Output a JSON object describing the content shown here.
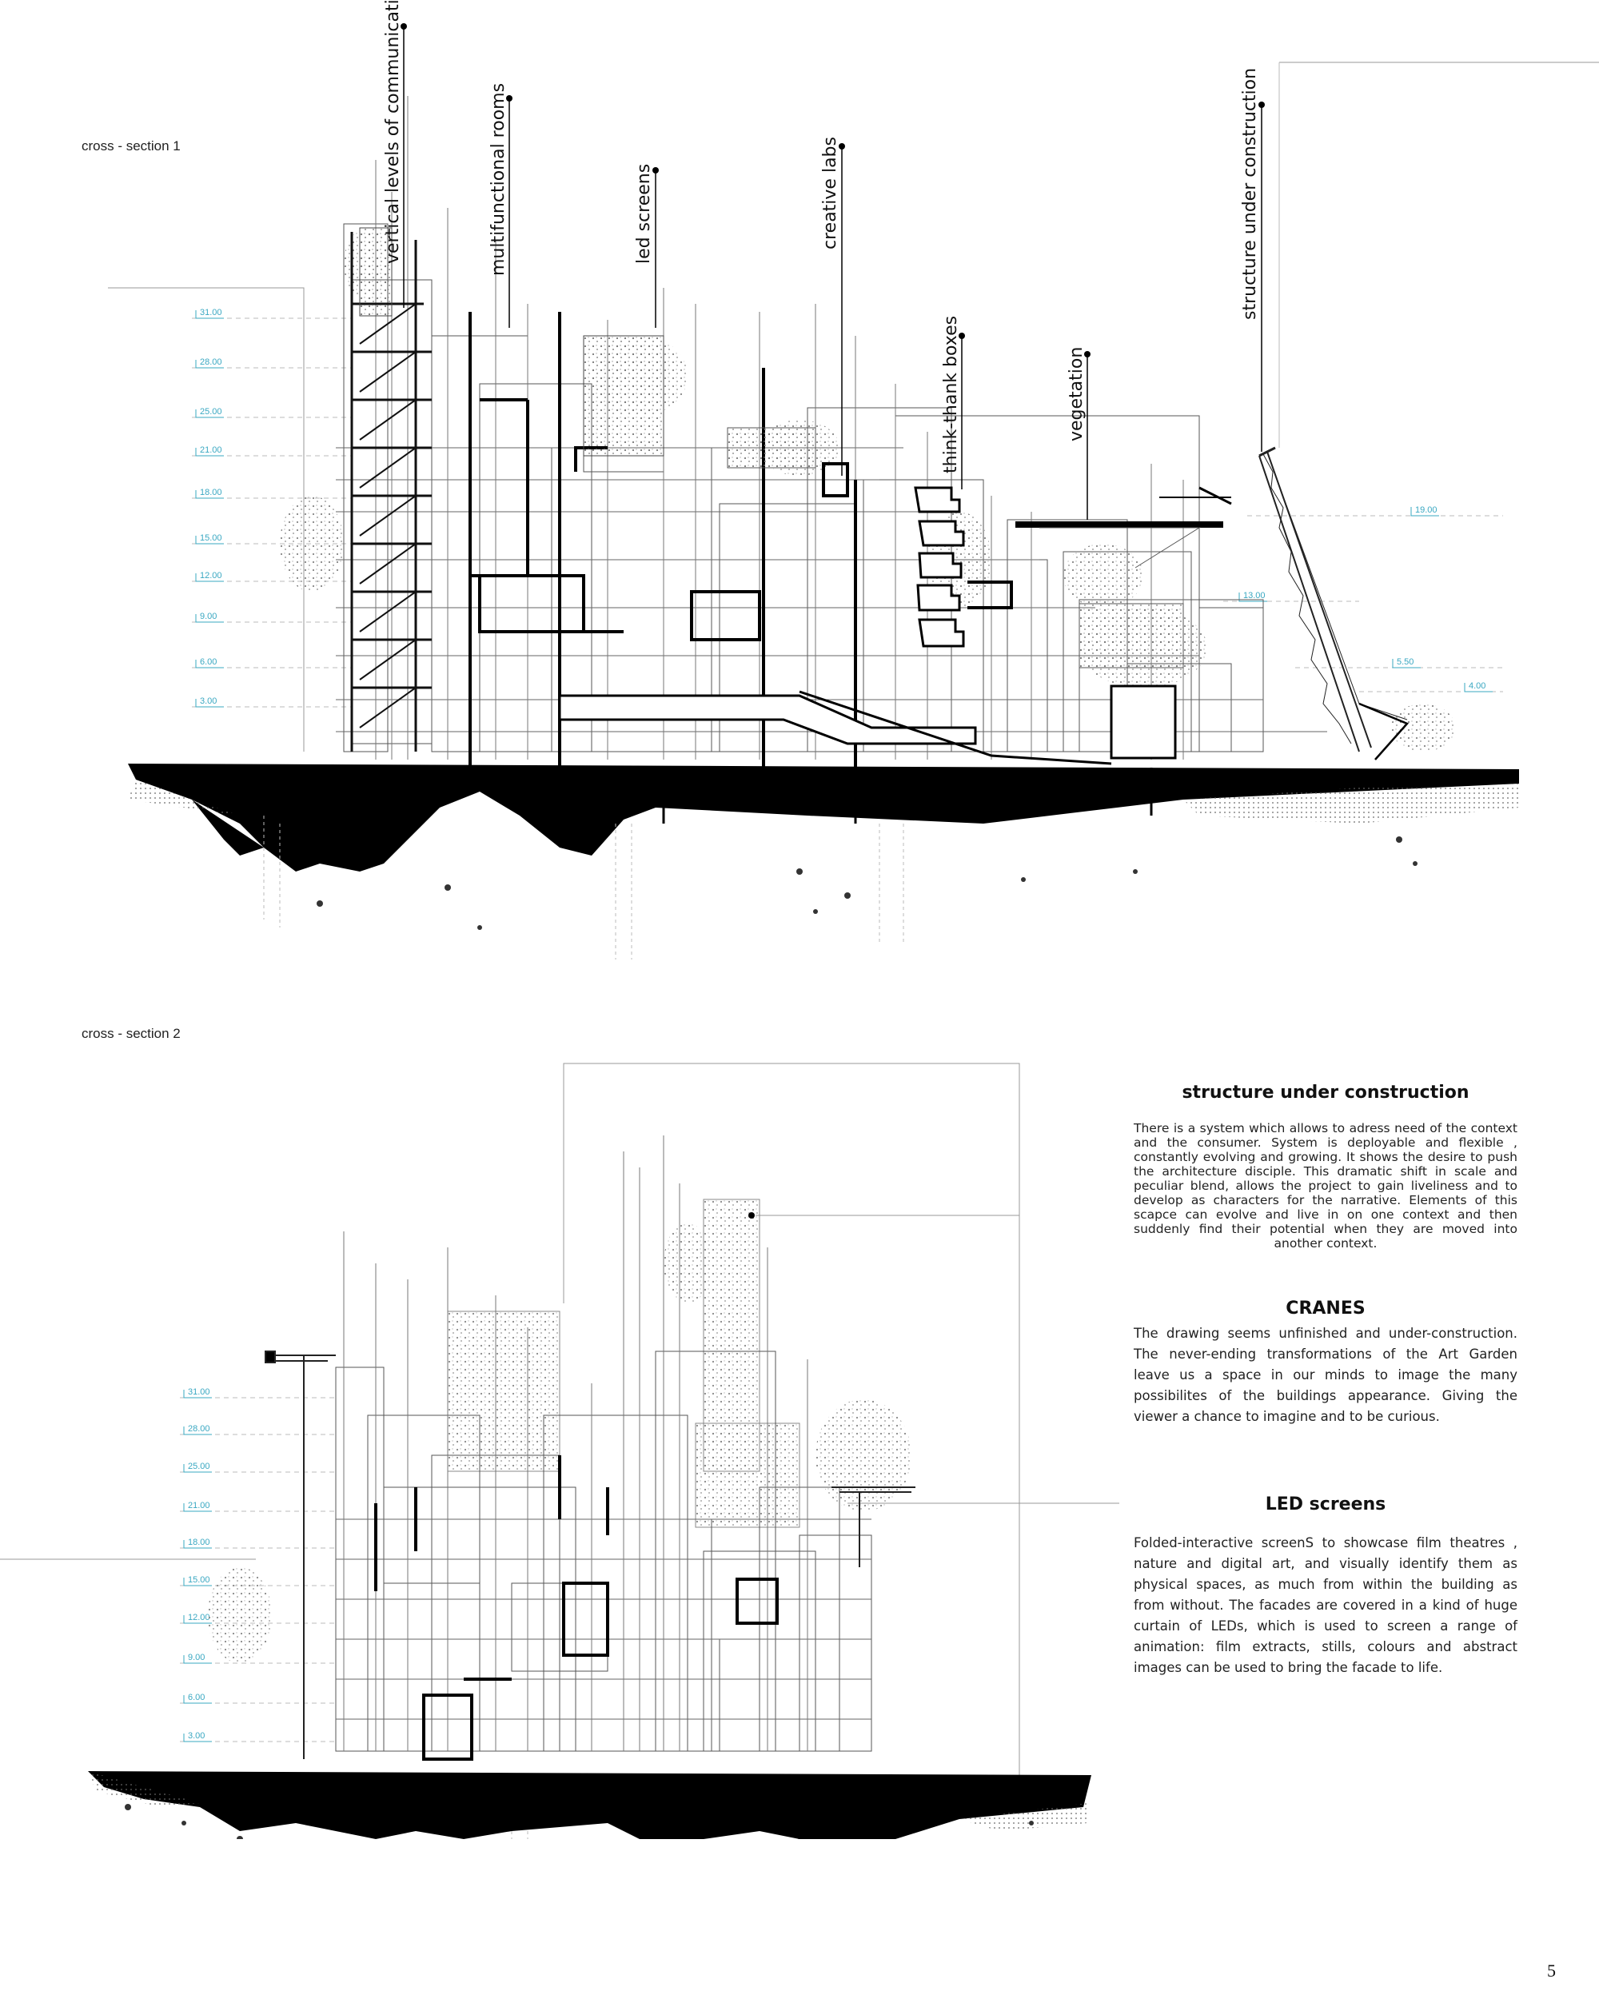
{
  "sections": {
    "s1_title": "cross - section 1",
    "s2_title": "cross - section 2"
  },
  "levels1": [
    {
      "label": "31.00"
    },
    {
      "label": "28.00"
    },
    {
      "label": "25.00"
    },
    {
      "label": "21.00"
    },
    {
      "label": "18.00"
    },
    {
      "label": "15.00"
    },
    {
      "label": "12.00"
    },
    {
      "label": "9.00"
    },
    {
      "label": "6.00"
    },
    {
      "label": "3.00"
    }
  ],
  "levels1_right": [
    {
      "label": "19.00"
    },
    {
      "label": "13.00"
    },
    {
      "label": "5.50"
    },
    {
      "label": "4.00"
    }
  ],
  "levels2": [
    {
      "label": "31.00"
    },
    {
      "label": "28.00"
    },
    {
      "label": "25.00"
    },
    {
      "label": "21.00"
    },
    {
      "label": "18.00"
    },
    {
      "label": "15.00"
    },
    {
      "label": "12.00"
    },
    {
      "label": "9.00"
    },
    {
      "label": "6.00"
    },
    {
      "label": "3.00"
    }
  ],
  "callouts": [
    {
      "label": "vertical levels of communication"
    },
    {
      "label": "multifunctional rooms"
    },
    {
      "label": "led screens"
    },
    {
      "label": "creative labs"
    },
    {
      "label": "think-thank boxes"
    },
    {
      "label": "vegetation"
    },
    {
      "label": "structure under construction"
    }
  ],
  "text_blocks": {
    "structure_heading": "structure under construction",
    "structure_body": "There is a system which allows to adress need of the context and the consumer. System is deployable and flexible , constantly evolving and growing. It shows the desire to push the architecture disciple. This dramatic shift in scale and peculiar blend, allows the project to gain  liveliness and to develop as characters for the narrative. Elements of this scapce can evolve and live in on one context and then suddenly find their potential when they are moved into another context.",
    "cranes_heading": "CRANES",
    "cranes_body": " The drawing seems unfinished and under-construction. The never-ending transformations of the Art Garden leave us a space in our minds to image the many possibilites of the buildings appearance. Giving the viewer a chance to imagine and to be curious.",
    "led_heading": "LED screens",
    "led_body": "Folded-interactive screenS to showcase film theatres , nature and digital art, and visually identify them as physical spaces, as much from within the building as from without. The facades are covered in a kind of huge curtain of LEDs, which is used to screen a range of animation: film extracts, stills, colours and abstract images can be used to bring the facade to life."
  },
  "page_number": "5"
}
